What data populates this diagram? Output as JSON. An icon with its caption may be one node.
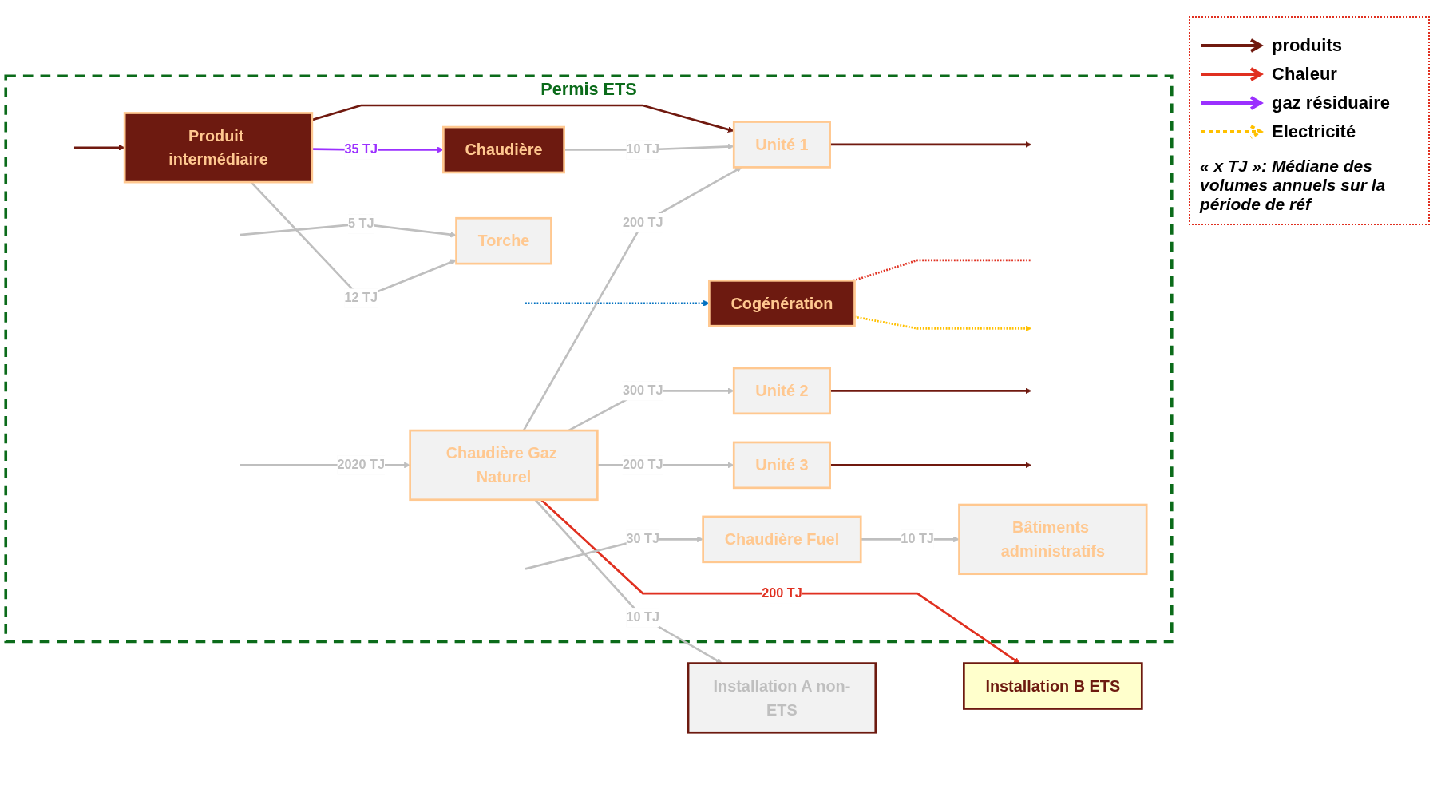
{
  "diagram": {
    "nodes": [
      {
        "text": [
          "Permis ETS"
        ]
      },
      {
        "text": [
          "Torche"
        ],
        "in": 0
      },
      {
        "text": [
          "Chaudière"
        ],
        "in": 0
      },
      {
        "text": [
          "Produit intermédiaire"
        ],
        "in": 0
      },
      {
        "text": [
          "Unité 1"
        ],
        "in": 0
      },
      {
        "text": [
          "Cogénération"
        ],
        "in": 0
      },
      {
        "text": [
          "Unité 2"
        ],
        "in": 0
      },
      {
        "text": [
          "Unité 3"
        ],
        "in": 0
      },
      {
        "text": [
          "Chaudière Gaz Naturel"
        ],
        "in": 0
      },
      {
        "text": [
          "Chaudière Fuel"
        ],
        "in": 0
      },
      {
        "text": [
          "Bâtiments administratifs"
        ],
        "in": 0
      },
      {
        "text": [
          "Installation A non-ETS"
        ]
      },
      {
        "text": [
          "Installation B ETS"
        ]
      }
    ],
    "edges": [
      {
        "from": null,
        "to": 1,
        "arrow": "to",
        "label": "5 TJ"
      },
      {
        "from": 3,
        "to": 1,
        "arrow": "to",
        "label": "12 TJ"
      },
      {
        "from": 3,
        "to": 2,
        "arrow": "to",
        "label": "35 TJ",
        "color": "#9b30ff"
      },
      {
        "from": null,
        "to": 3,
        "arrow": "to",
        "color": "#70190f"
      },
      {
        "from": 3,
        "to": 4,
        "arrow": "to",
        "color": "#70190f"
      },
      {
        "from": 2,
        "to": 4,
        "arrow": "to",
        "label": "10 TJ"
      },
      {
        "from": 4,
        "to": null,
        "arrow": "to",
        "color": "#70190f"
      },
      {
        "from": null,
        "to": 5,
        "arrow": "to",
        "style": "dashed",
        "color": "#0070c0"
      },
      {
        "from": 5,
        "to": null,
        "arrow": "none",
        "style": "dashed",
        "color": "#e03020"
      },
      {
        "from": 5,
        "to": null,
        "arrow": "to",
        "style": "dashed",
        "color": "#ffc000"
      },
      {
        "from": null,
        "to": 8,
        "arrow": "to",
        "label": "2020 TJ"
      },
      {
        "from": 8,
        "to": 4,
        "arrow": "to",
        "label": "200 TJ"
      },
      {
        "from": 8,
        "to": 6,
        "arrow": "to",
        "label": "300 TJ"
      },
      {
        "from": 6,
        "to": null,
        "arrow": "to",
        "color": "#70190f"
      },
      {
        "from": 8,
        "to": 7,
        "arrow": "to",
        "label": "200 TJ"
      },
      {
        "from": 7,
        "to": null,
        "arrow": "to",
        "color": "#70190f"
      },
      {
        "from": 8,
        "to": 11,
        "arrow": "to",
        "label": "10 TJ"
      },
      {
        "from": 8,
        "to": 12,
        "arrow": "to",
        "label": "200 TJ",
        "color": "#e03020"
      },
      {
        "from": null,
        "to": 9,
        "arrow": "to",
        "label": "30 TJ"
      },
      {
        "from": 9,
        "to": 10,
        "arrow": "to",
        "label": "10 TJ"
      }
    ],
    "labels": [
      "« x TJ »: Médiane des volumes annuels sur la période de réf"
    ],
    "legend": [
      {
        "text": "produits"
      },
      {
        "text": "Chaleur"
      },
      {
        "text": "gaz résiduaire"
      },
      {
        "text": "Electricité"
      }
    ]
  }
}
